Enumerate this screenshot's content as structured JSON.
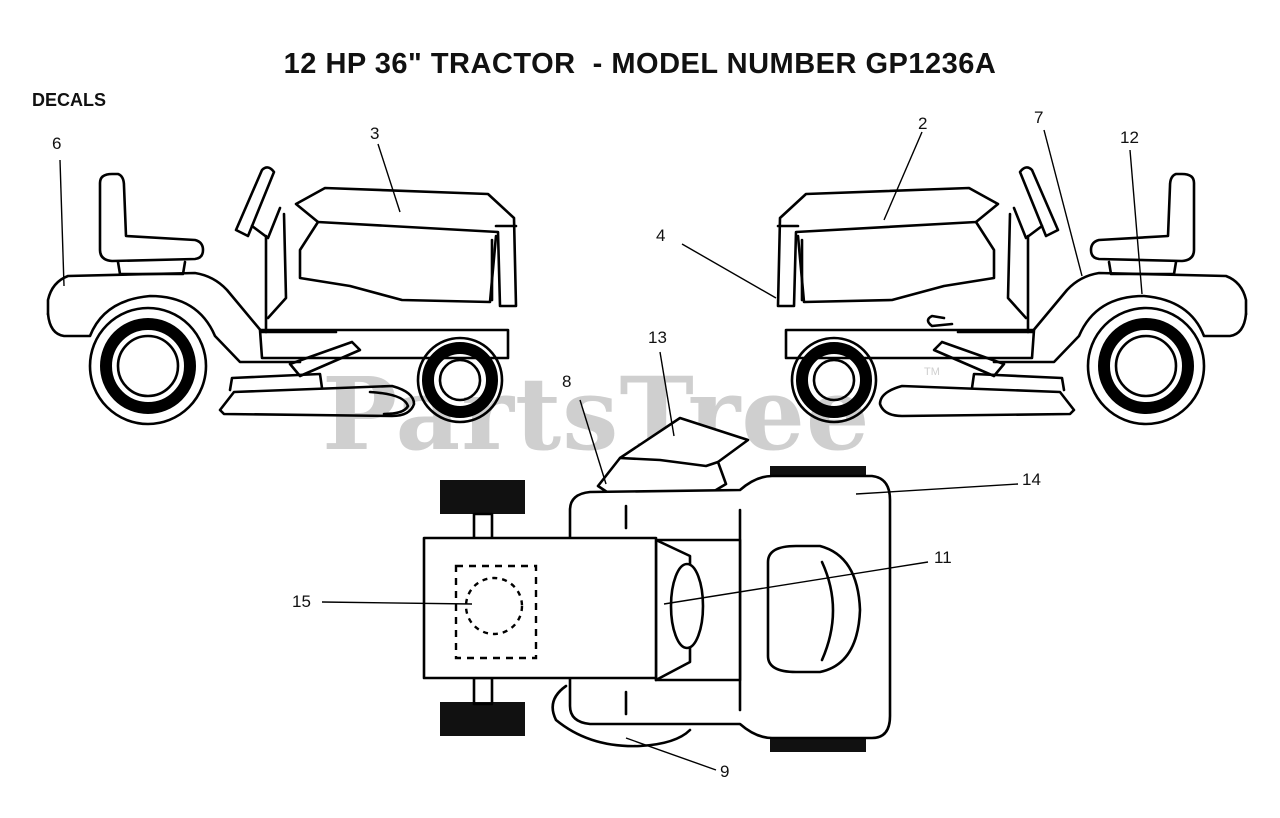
{
  "title": "12 HP 36\" TRACTOR  - MODEL NUMBER GP1236A",
  "section_label": "DECALS",
  "watermark": "PartsTree",
  "watermark_tm": "TM",
  "callouts": {
    "c2": "2",
    "c3": "3",
    "c4": "4",
    "c6": "6",
    "c7": "7",
    "c8": "8",
    "c9": "9",
    "c11": "11",
    "c12": "12",
    "c13": "13",
    "c14": "14",
    "c15": "15"
  }
}
